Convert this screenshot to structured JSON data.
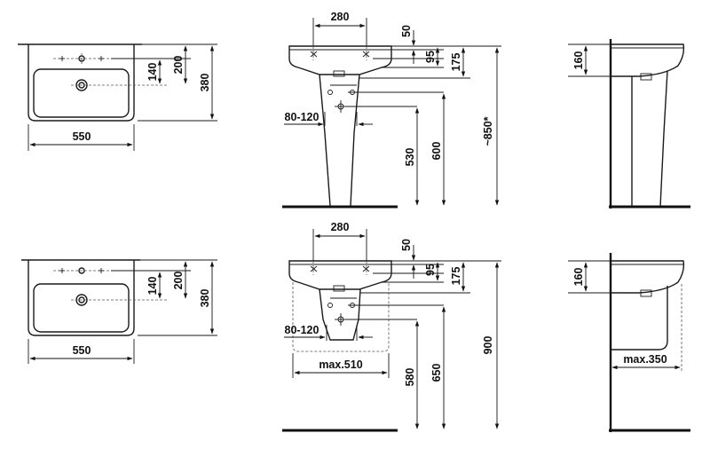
{
  "colors": {
    "line": "#1a1a1a",
    "background": "#ffffff"
  },
  "row_top": {
    "plan": {
      "width": "550",
      "depth": "380",
      "tap_depth": "200",
      "drain_depth": "140"
    },
    "front": {
      "tap_spacing": "280",
      "rim": "50",
      "tap_height": "95",
      "bowl": "175",
      "waste_width": "80-120",
      "waste_height": "530",
      "supply_height": "600",
      "rim_height": "~850*"
    },
    "side": {
      "depth": "160"
    }
  },
  "row_bottom": {
    "plan": {
      "width": "550",
      "depth": "380",
      "tap_depth": "200",
      "drain_depth": "140"
    },
    "front": {
      "tap_spacing": "280",
      "rim": "50",
      "tap_height": "95",
      "bowl": "175",
      "waste_width": "80-120",
      "pedestal_width": "max.510",
      "waste_height": "580",
      "supply_height": "650",
      "rim_height": "900"
    },
    "side": {
      "depth": "160",
      "pedestal_depth": "max.350"
    }
  }
}
